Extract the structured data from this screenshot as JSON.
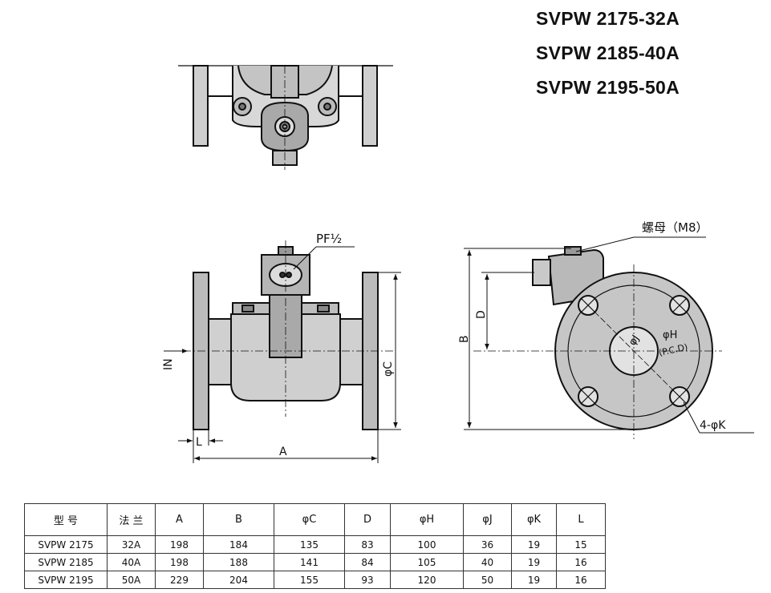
{
  "title_models": [
    "SVPW 2175-32A",
    "SVPW 2185-40A",
    "SVPW 2195-50A"
  ],
  "labels": {
    "pf": "PF½",
    "in": "IN",
    "dim_l": "L",
    "dim_a": "A",
    "dim_b": "B",
    "dim_d": "D",
    "dim_c": "φC",
    "nut": "螺母（M8）",
    "dim_j": "φJ",
    "dim_h": "φH",
    "pcd": "(P.C.D)",
    "holes": "4-φK"
  },
  "table": {
    "headers": [
      "型 号",
      "法 兰",
      "A",
      "B",
      "φC",
      "D",
      "φH",
      "φJ",
      "φK",
      "L"
    ],
    "rows": [
      [
        "SVPW  2175",
        "32A",
        "198",
        "184",
        "135",
        "83",
        "100",
        "36",
        "19",
        "15"
      ],
      [
        "SVPW  2185",
        "40A",
        "198",
        "188",
        "141",
        "84",
        "105",
        "40",
        "19",
        "16"
      ],
      [
        "SVPW  2195",
        "50A",
        "229",
        "204",
        "155",
        "93",
        "120",
        "50",
        "19",
        "16"
      ]
    ]
  }
}
